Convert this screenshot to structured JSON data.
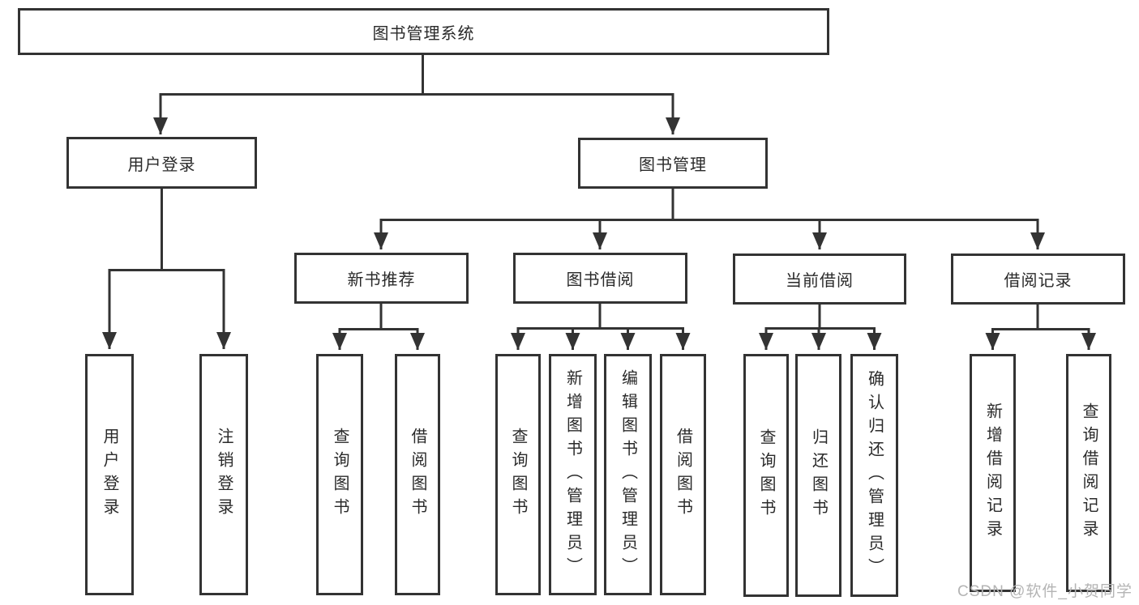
{
  "tree": {
    "root": {
      "label": "图书管理系统"
    },
    "branches": [
      {
        "label": "用户登录",
        "children": [
          {
            "label": "用户登录"
          },
          {
            "label": "注销登录"
          }
        ]
      },
      {
        "label": "图书管理",
        "children": [
          {
            "label": "新书推荐",
            "children": [
              {
                "label": "查询图书"
              },
              {
                "label": "借阅图书"
              }
            ]
          },
          {
            "label": "图书借阅",
            "children": [
              {
                "label": "查询图书"
              },
              {
                "label": "新增图书（管理员）"
              },
              {
                "label": "编辑图书（管理员）"
              },
              {
                "label": "借阅图书"
              }
            ]
          },
          {
            "label": "当前借阅",
            "children": [
              {
                "label": "查询图书"
              },
              {
                "label": "归还图书"
              },
              {
                "label": "确认归还（管理员）"
              }
            ]
          },
          {
            "label": "借阅记录",
            "children": [
              {
                "label": "新增借阅记录"
              },
              {
                "label": "查询借阅记录"
              }
            ]
          }
        ]
      }
    ]
  },
  "watermark": "CSDN @软件_小贺同学",
  "colors": {
    "line": "#333333",
    "text": "#2a2a2a",
    "background": "#ffffff",
    "watermark": "#b4b4b4"
  }
}
